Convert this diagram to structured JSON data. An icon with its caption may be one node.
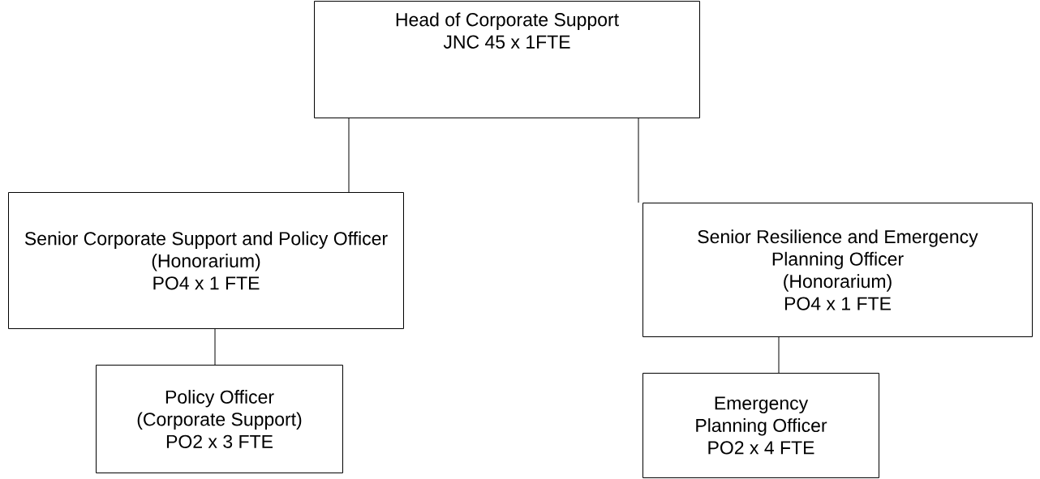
{
  "diagram": {
    "nodes": [
      {
        "text": [
          "Head of Corporate Support",
          "JNC 45 x 1FTE"
        ]
      },
      {
        "text": [
          "Senior Corporate Support and Policy Officer",
          "(Honorarium)",
          "PO4 x 1 FTE"
        ]
      },
      {
        "text": [
          "Senior Resilience and Emergency Planning Officer",
          "(Honorarium)",
          "PO4 x 1 FTE"
        ]
      },
      {
        "text": [
          "Policy Officer",
          "(Corporate Support)",
          "PO2 x 3 FTE"
        ]
      },
      {
        "text": [
          "Emergency Planning Officer",
          "PO2 x 4 FTE"
        ]
      }
    ],
    "edges": [
      {
        "from": 0,
        "to": 1,
        "arrow": "none"
      },
      {
        "from": 0,
        "to": 2,
        "arrow": "none"
      },
      {
        "from": 1,
        "to": 3,
        "arrow": "none"
      },
      {
        "from": 2,
        "to": 4,
        "arrow": "none"
      }
    ]
  }
}
